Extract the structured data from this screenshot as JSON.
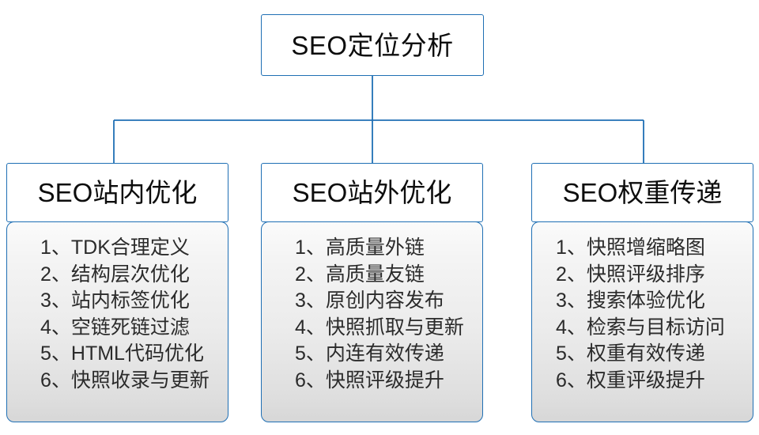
{
  "diagram": {
    "type": "org-chart",
    "root": {
      "label": "SEO定位分析"
    },
    "branches": [
      {
        "id": "onsite",
        "header": "SEO站内优化",
        "items": [
          "1、TDK合理定义",
          "2、结构层次优化",
          "3、站内标签优化",
          "4、空链死链过滤",
          "5、HTML代码优化",
          "6、快照收录与更新"
        ]
      },
      {
        "id": "offsite",
        "header": "SEO站外优化",
        "items": [
          "1、高质量外链",
          "2、高质量友链",
          "3、原创内容发布",
          "4、快照抓取与更新",
          "5、内连有效传递",
          "6、快照评级提升"
        ]
      },
      {
        "id": "weight",
        "header": "SEO权重传递",
        "items": [
          "1、快照增缩略图",
          "2、快照评级排序",
          "3、搜索体验优化",
          "4、检索与目标访问",
          "5、权重有效传递",
          "6、权重评级提升"
        ]
      }
    ],
    "colors": {
      "border": "#1f6fb4",
      "connector": "#1f6fb4",
      "root_fill": "#ffffff",
      "header_fill": "#ffffff",
      "body_fill_top": "#fbfbfb",
      "body_fill_bottom": "#d7d7d7",
      "text": "#0d0d0d",
      "item_text": "#2b2b2b",
      "background": "#ffffff"
    }
  }
}
